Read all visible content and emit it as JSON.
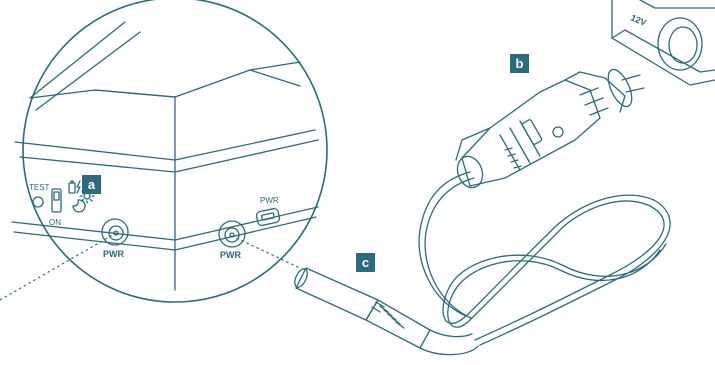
{
  "callouts": {
    "a": "a",
    "b": "b",
    "c": "c"
  },
  "device_labels": {
    "test": "TEST",
    "on": "ON",
    "pwr_front": "PWR",
    "pwr_side_port": "PWR",
    "pwr_side_usb": "PWR"
  },
  "socket_label": "12V",
  "colors": {
    "line": "#2c6a7e",
    "callout_bg": "#2c6a7e",
    "background": "#ffffff"
  },
  "icons": [
    "battery-icon",
    "lightning-icon",
    "sun-icon",
    "moon-icon",
    "usb-port-icon"
  ]
}
